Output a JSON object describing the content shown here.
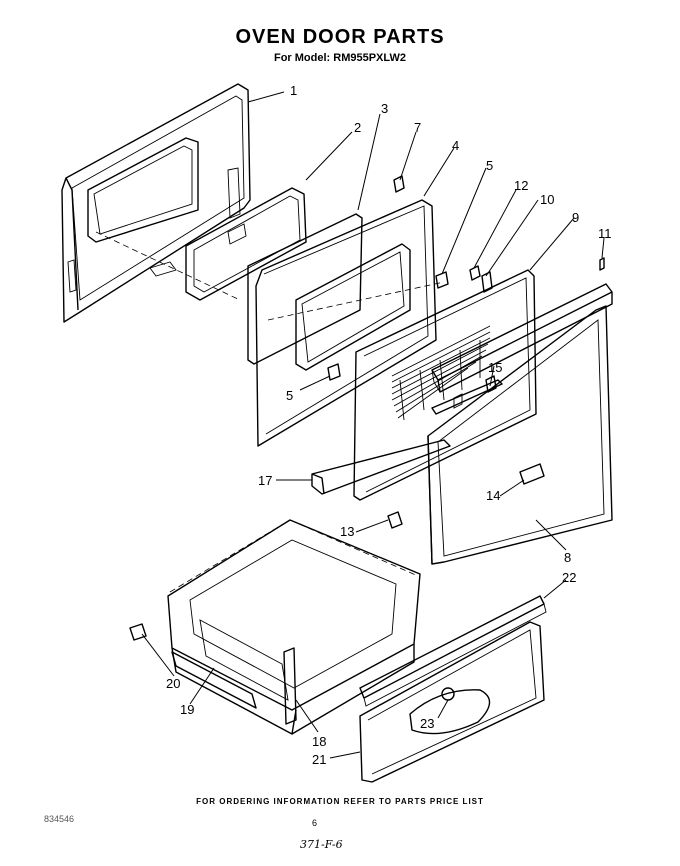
{
  "header": {
    "title": "OVEN DOOR PARTS",
    "subtitle": "For Model: RM955PXLW2"
  },
  "footer": {
    "ordering_note": "FOR ORDERING INFORMATION REFER TO PARTS PRICE LIST",
    "doc_code": "834546",
    "page_number": "6",
    "handwritten_note": "371-F-6"
  },
  "callouts": [
    "1",
    "2",
    "3",
    "7",
    "4",
    "5",
    "12",
    "10",
    "9",
    "11",
    "5",
    "15",
    "17",
    "14",
    "13",
    "8",
    "22",
    "20",
    "19",
    "23",
    "18",
    "21"
  ]
}
